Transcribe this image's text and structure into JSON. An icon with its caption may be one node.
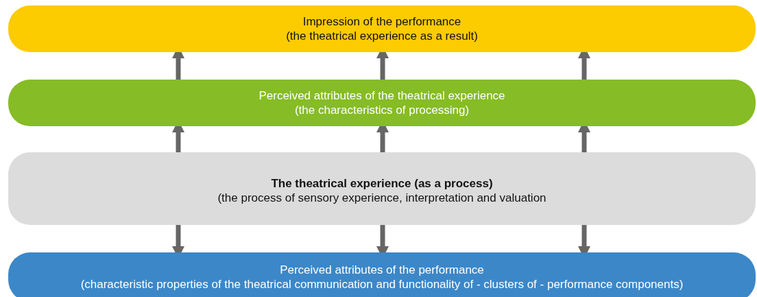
{
  "diagram": {
    "nodes": [
      {
        "text": [
          "Impression of the performance",
          "(the theatrical experience as a result)"
        ]
      },
      {
        "text": [
          "Perceived attributes of the theatrical experience",
          "(the characteristics of processing)"
        ]
      },
      {
        "text": [
          "The theatrical experience (as a process)",
          "(the process of sensory experience, interpretation and valuation"
        ]
      },
      {
        "text": [
          "Perceived attributes of the performance",
          "(characteristic properties of the theatrical communication and functionality of - clusters of - performance components)"
        ]
      }
    ],
    "edges": [
      {
        "from": 1,
        "to": 0,
        "arrow": "to"
      },
      {
        "from": 1,
        "to": 0,
        "arrow": "to"
      },
      {
        "from": 1,
        "to": 0,
        "arrow": "to"
      },
      {
        "from": 2,
        "to": 1,
        "arrow": "to"
      },
      {
        "from": 2,
        "to": 1,
        "arrow": "to"
      },
      {
        "from": 2,
        "to": 1,
        "arrow": "to"
      },
      {
        "from": 2,
        "to": 3,
        "arrow": "to"
      },
      {
        "from": 2,
        "to": 3,
        "arrow": "to"
      },
      {
        "from": 2,
        "to": 3,
        "arrow": "to"
      }
    ]
  }
}
